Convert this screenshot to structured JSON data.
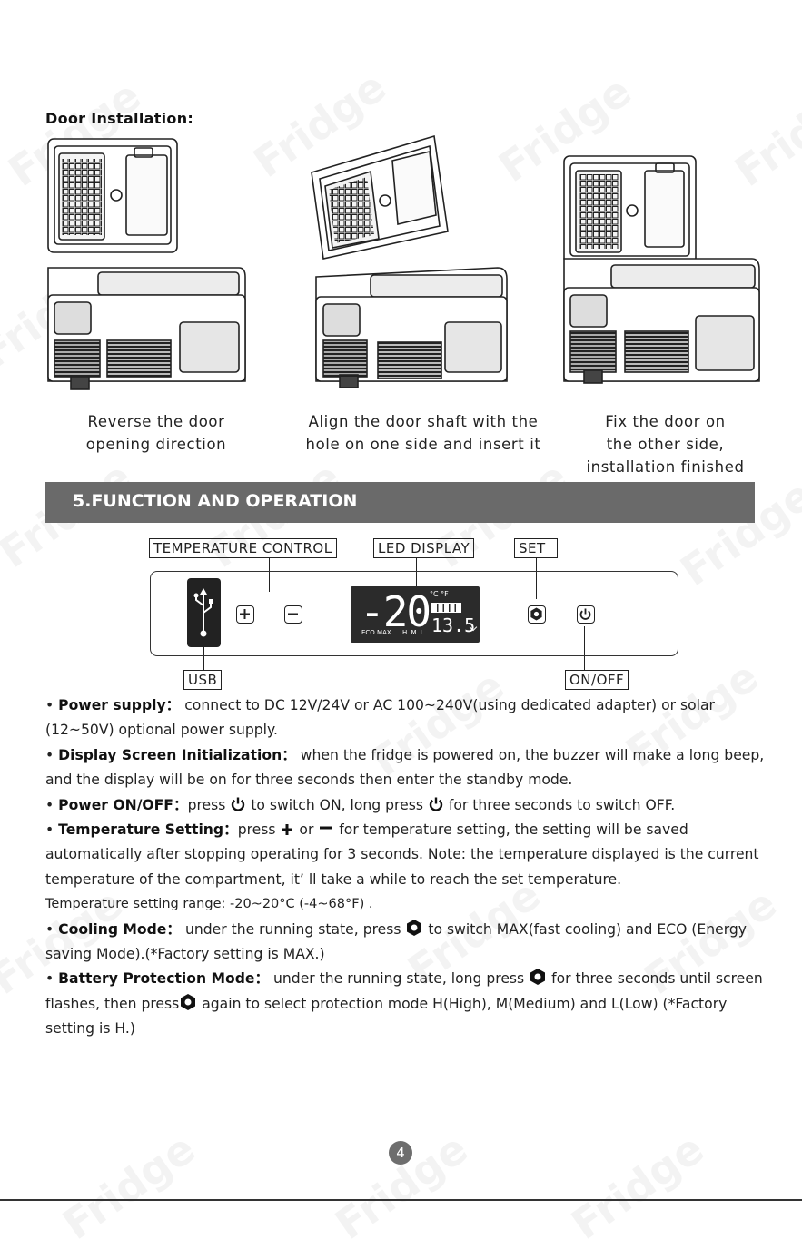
{
  "watermark": "Fridge",
  "door_installation": {
    "title": "Door Installation:",
    "steps": [
      {
        "caption_lines": [
          "Reverse the door",
          "opening direction"
        ]
      },
      {
        "caption_lines": [
          "Align the door shaft with the",
          "hole on one side and insert it"
        ]
      },
      {
        "caption_lines": [
          "Fix the door on",
          "the other side,",
          "installation finished"
        ]
      }
    ]
  },
  "section": {
    "title": "5.FUNCTION AND OPERATION"
  },
  "panel": {
    "labels": {
      "temperature_control": "TEMPERATURE CONTROL",
      "led_display": "LED DISPLAY",
      "set": "SET",
      "usb": "USB",
      "on_off": "ON/OFF"
    },
    "display": {
      "temp": "-20",
      "units": "°C °F",
      "modes": "ECO MAX",
      "levels": "H M L",
      "voltage": "13.5"
    }
  },
  "instructions": [
    {
      "label": "Power supply",
      "sep": "：",
      "parts": [
        "connect to DC 12V/24V or AC 100~240V(using dedicated adapter) or solar (12~50V) optional power supply."
      ]
    },
    {
      "label": "Display Screen Initialization",
      "sep": "：",
      "parts": [
        "when the fridge is powered on, the buzzer will make a long beep, and the display will be on for three seconds then enter the standby mode."
      ]
    },
    {
      "label": "Power ON/OFF",
      "sep": "：",
      "parts": [
        "press ",
        " to switch ON, long press ",
        " for three seconds to switch OFF."
      ]
    },
    {
      "label": "Temperature Setting",
      "sep": "：",
      "parts": [
        "press ",
        " or ",
        " for temperature setting,  the setting will be saved automatically after stopping operating for 3 seconds. Note: the temperature displayed is the current temperature of the compartment, it’ ll take a while to reach the set temperature."
      ],
      "extra": "Temperature setting range: -20~20°C (-4~68°F) ."
    },
    {
      "label": "Cooling Mode",
      "sep": "：",
      "parts": [
        "under the running state, press ",
        " to switch MAX(fast cooling) and ECO (Energy saving Mode).(*Factory setting is MAX.)"
      ]
    },
    {
      "label": "Battery Protection Mode",
      "sep": "：",
      "parts": [
        "under the running state, long press ",
        " for three seconds until screen flashes, then press",
        " again to select protection mode H(High), M(Medium) and L(Low) (*Factory setting is H.)"
      ]
    }
  ],
  "page_number": "4",
  "colors": {
    "bar": "#6a6a6a",
    "display_bg": "#2b2b2b",
    "usb_bg": "#222222"
  }
}
